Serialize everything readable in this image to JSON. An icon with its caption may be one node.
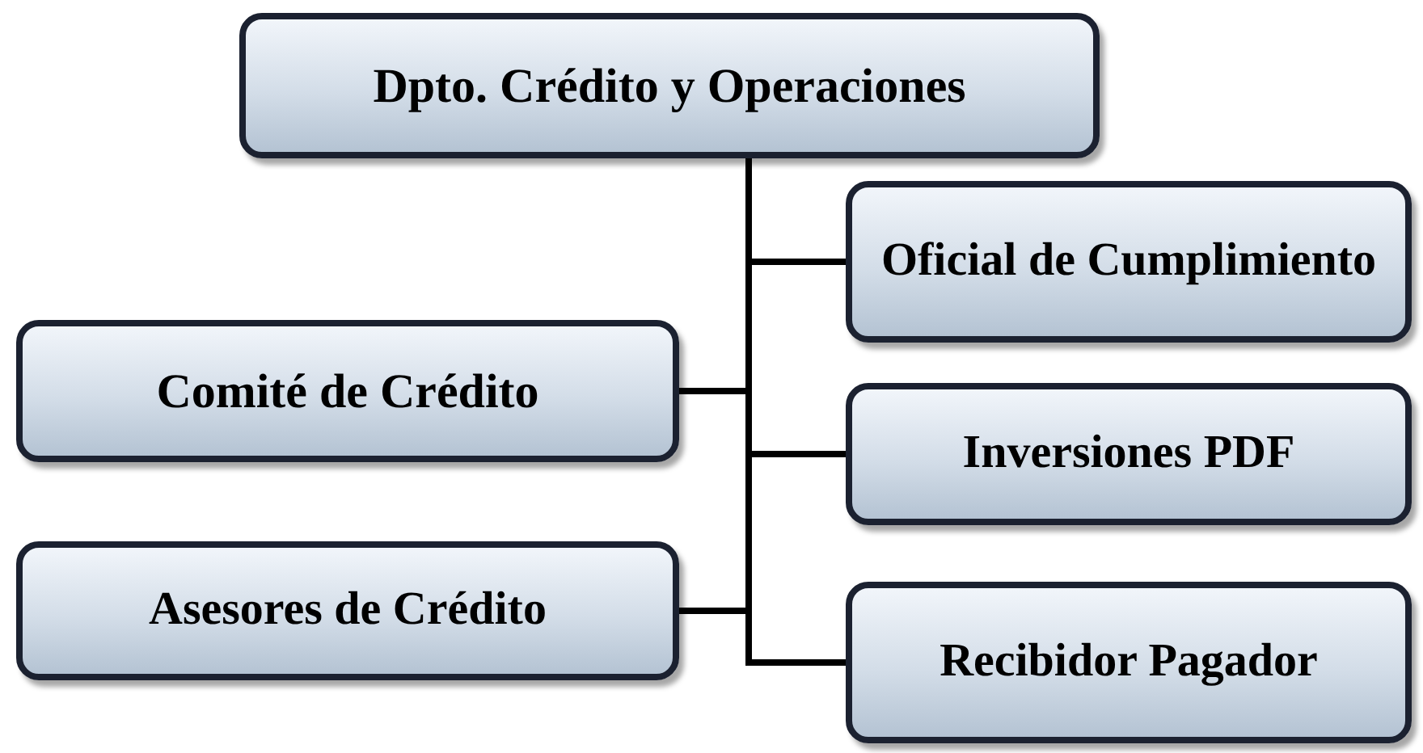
{
  "diagram": {
    "nodes": [
      {
        "text": [
          "Dpto. Crédito y Operaciones"
        ]
      },
      {
        "text": [
          "Oficial de Cumplimiento"
        ]
      },
      {
        "text": [
          "Comité de Crédito"
        ]
      },
      {
        "text": [
          "Inversiones PDF"
        ]
      },
      {
        "text": [
          "Asesores de Crédito"
        ]
      },
      {
        "text": [
          "Recibidor Pagador"
        ]
      }
    ],
    "edges": [
      {
        "from": 0,
        "to": 1,
        "arrow": "none"
      },
      {
        "from": 0,
        "to": 2,
        "arrow": "none"
      },
      {
        "from": 0,
        "to": 3,
        "arrow": "none"
      },
      {
        "from": 0,
        "to": 4,
        "arrow": "none"
      },
      {
        "from": 0,
        "to": 5,
        "arrow": "none"
      }
    ]
  }
}
